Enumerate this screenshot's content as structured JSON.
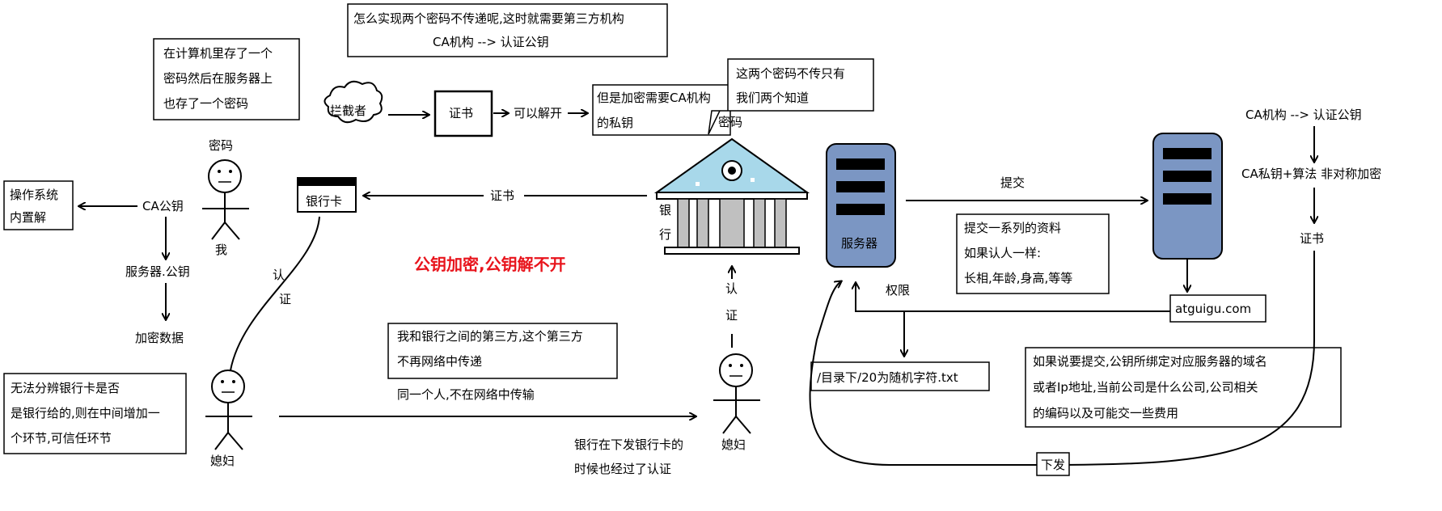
{
  "notes": {
    "top_question_line1": "怎么实现两个密码不传递呢,这时就需要第三方机构",
    "top_question_line2": "CA机构 --> 认证公钥",
    "stored_line1": "在计算机里存了一个",
    "stored_line2": "密码然后在服务器上",
    "stored_line3": "也存了一个密码",
    "two_pw_line1": "这两个密码不传只有",
    "two_pw_line2": "我们两个知道",
    "ca_privkey_line1": "但是加密需要CA机构",
    "ca_privkey_line2": "的私钥",
    "os_line1": "操作系统",
    "os_line2": "内置解",
    "cannot_tell_line1": "无法分辨银行卡是否",
    "cannot_tell_line2": "是银行给的,则在中间增加一",
    "cannot_tell_line3": "个环节,可信任环节",
    "third_party_line1": "我和银行之间的第三方,这个第三方",
    "third_party_line2": "不再网络中传递",
    "submit_docs_line1": "提交一系列的资料",
    "submit_docs_line2": "如果认人一样:",
    "submit_docs_line3": "长相,年龄,身高,等等",
    "if_submit_line1": "如果说要提交,公钥所绑定对应服务器的域名",
    "if_submit_line2": "或者Ip地址,当前公司是什么公司,公司相关",
    "if_submit_line3": "的编码以及可能交一些费用"
  },
  "labels": {
    "interceptor": "拦截者",
    "certificate": "证书",
    "can_decrypt": "可以解开",
    "password_top": "密码",
    "password_bank": "密码",
    "me": "我",
    "ca_pubkey": "CA公钥",
    "server_pubkey": "服务器.公钥",
    "encrypt_data": "加密数据",
    "bank_card": "银行卡",
    "cert_arrow": "证书",
    "auth_vertical_left": "认证",
    "auth_vertical_bank": "认证",
    "bank_vertical": "银行",
    "wife_left": "媳妇",
    "wife_right": "媳妇",
    "headline_red": "公钥加密,公钥解不开",
    "same_person": "同一个人,不在网络中传输",
    "bank_card_issue_line1": "银行在下发银行卡的",
    "bank_card_issue_line2": "时候也经过了认证",
    "server": "服务器",
    "submit": "提交",
    "permission": "权限",
    "directory_file": "/目录下/20为随机字符.txt",
    "domain": "atguigu.com",
    "ca_auth_pubkey": "CA机构 --> 认证公钥",
    "ca_private_algo": "CA私钥+算法 非对称加密",
    "cert_right": "证书",
    "issue": "下发"
  },
  "colors": {
    "red_text": "#e8141c",
    "server_blue": "#7b96c3",
    "bank_roof": "#a8d8ea",
    "bank_pillar": "#c0c0c0"
  }
}
